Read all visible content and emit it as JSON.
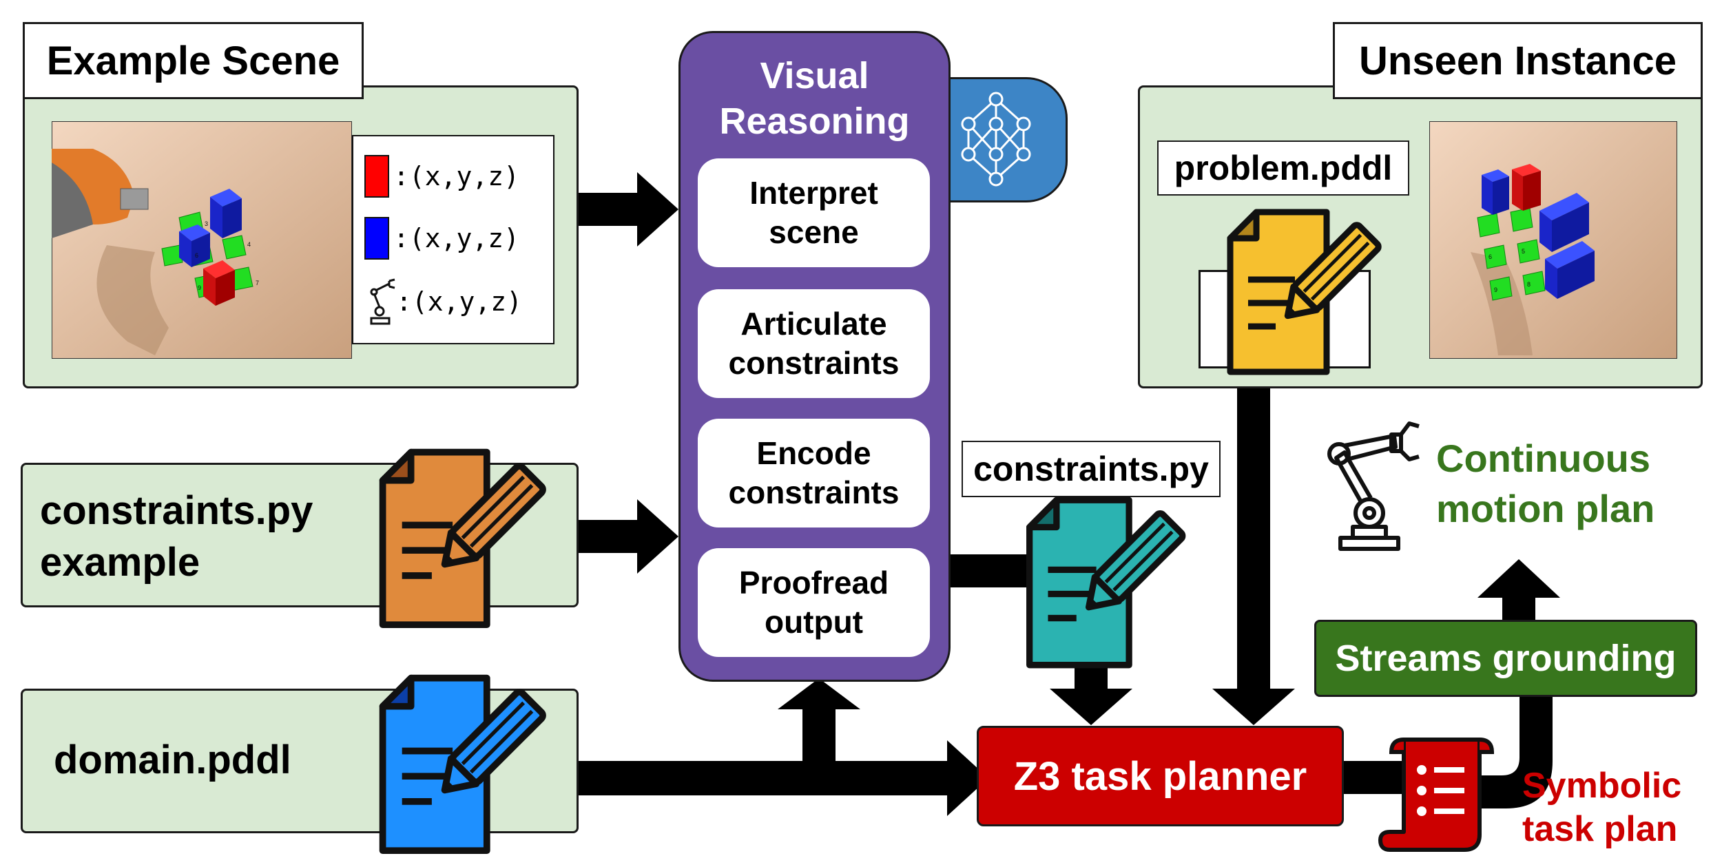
{
  "example_scene": {
    "title": "Example Scene",
    "legend": [
      {
        "label": ":(x,y,z)",
        "swatch": "#ff0000",
        "icon": "red-block-swatch"
      },
      {
        "label": ":(x,y,z)",
        "swatch": "#0000ff",
        "icon": "blue-block-swatch"
      },
      {
        "label": ":(x,y,z)",
        "icon": "robot-arm-icon"
      }
    ],
    "scene_labels": [
      "3",
      "6",
      "4",
      "9",
      "7"
    ]
  },
  "visual_reasoning": {
    "title_line1": "Visual",
    "title_line2": "Reasoning",
    "steps": [
      {
        "line1": "Interpret",
        "line2": "scene"
      },
      {
        "line1": "Articulate",
        "line2": "constraints"
      },
      {
        "line1": "Encode",
        "line2": "constraints"
      },
      {
        "line1": "Proofread",
        "line2": "output"
      }
    ],
    "icon": "neural-network-icon"
  },
  "unseen_instance": {
    "title": "Unseen Instance",
    "file_label": "problem.pddl",
    "scene_labels": [
      "6",
      "5",
      "9",
      "8"
    ]
  },
  "inputs": {
    "constraints_example_line1": "constraints.py",
    "constraints_example_line2": "example",
    "domain": "domain.pddl"
  },
  "outputs": {
    "constraints_file": "constraints.py",
    "continuous_line1": "Continuous",
    "continuous_line2": "motion plan",
    "planner": "Z3 task planner",
    "streams": "Streams grounding",
    "symbolic_line1": "Symbolic",
    "symbolic_line2": "task plan"
  },
  "colors": {
    "panel_green": "#d9ead3",
    "reasoning_purple": "#6a4fa3",
    "nn_blue": "#3d85c6",
    "planner_red": "#cc0000",
    "streams_green": "#38761d",
    "doc_orange": "#e08a3c",
    "doc_teal": "#2bb3b1",
    "doc_blue": "#1e90ff",
    "doc_yellow": "#f6c02f"
  }
}
